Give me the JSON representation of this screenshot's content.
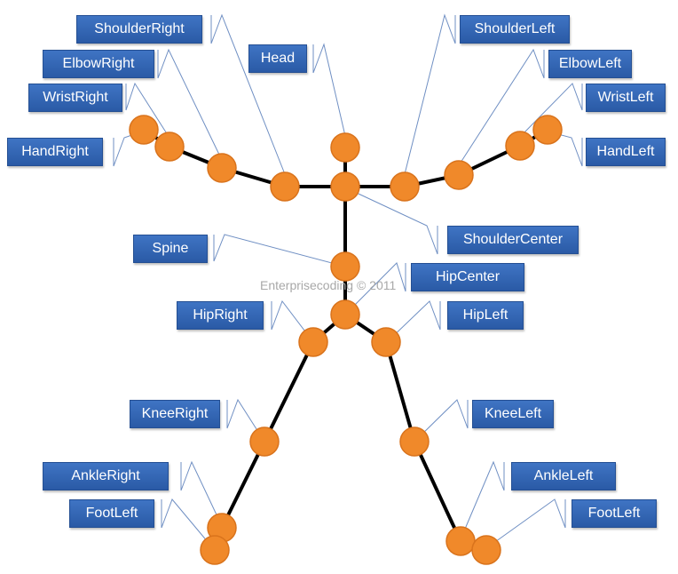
{
  "watermark": "Enterprisecoding © 2011",
  "colors": {
    "joint": "#f0892a",
    "joint_border": "#d9731c",
    "bone": "#000000",
    "label_bg": "#3365b5",
    "leader": "#6f8fc3"
  },
  "labels": {
    "shoulder_right": "ShoulderRight",
    "elbow_right": "ElbowRight",
    "wrist_right": "WristRight",
    "hand_right": "HandRight",
    "head": "Head",
    "shoulder_left": "ShoulderLeft",
    "elbow_left": "ElbowLeft",
    "wrist_left": "WristLeft",
    "hand_left": "HandLeft",
    "shoulder_center": "ShoulderCenter",
    "spine": "Spine",
    "hip_center": "HipCenter",
    "hip_right": "HipRight",
    "hip_left": "HipLeft",
    "knee_right": "KneeRight",
    "knee_left": "KneeLeft",
    "ankle_right": "AnkleRight",
    "foot_right": "FootLeft",
    "ankle_left": "AnkleLeft",
    "foot_left": "FootLeft"
  }
}
